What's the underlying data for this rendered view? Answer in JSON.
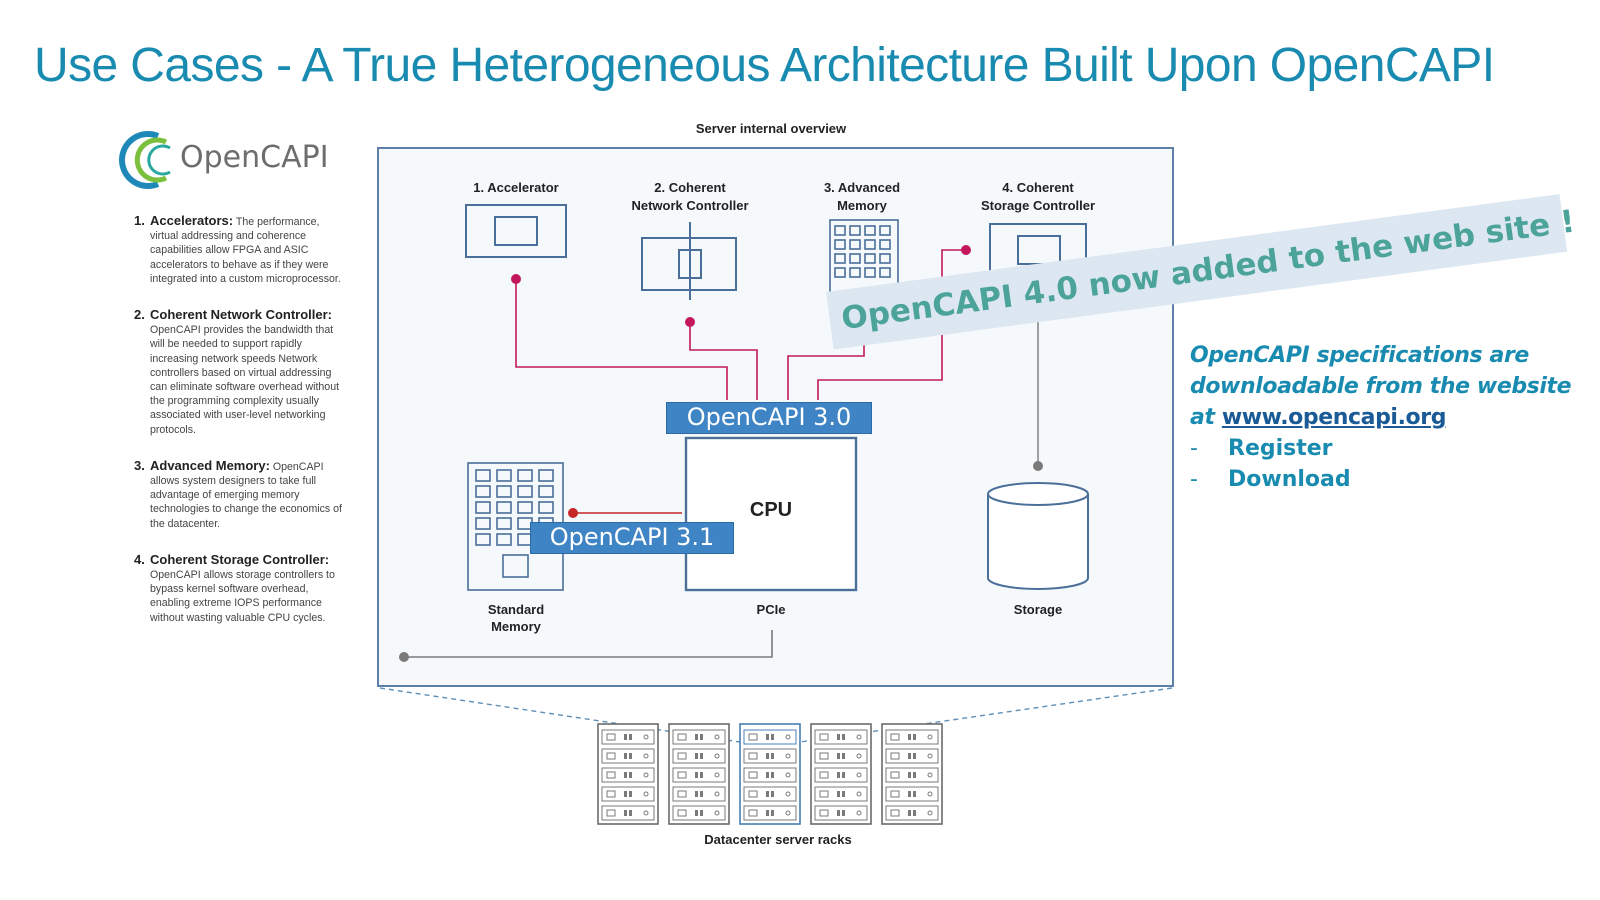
{
  "slide": {
    "title": "Use Cases - A True Heterogeneous Architecture Built Upon OpenCAPI"
  },
  "logo": {
    "text": "OpenCAPI"
  },
  "features": [
    {
      "num": "1.",
      "heading": "Accelerators:",
      "body": "The performance, virtual addressing and coherence capabilities allow FPGA and ASIC accelerators to behave as if they were integrated into a custom microprocessor."
    },
    {
      "num": "2.",
      "heading": "Coherent Network Controller:",
      "body": "OpenCAPI provides the bandwidth that will be needed to support rapidly increasing network speeds Network controllers based on virtual addressing can eliminate software overhead without the programming complexity usually associated with user-level networking protocols."
    },
    {
      "num": "3.",
      "heading": "Advanced Memory:",
      "body": "OpenCAPI allows system designers to take full advantage of emerging memory technologies to change the economics of the datacenter."
    },
    {
      "num": "4.",
      "heading": "Coherent Storage Controller:",
      "body": "OpenCAPI allows storage controllers to bypass kernel software overhead, enabling extreme IOPS performance without wasting valuable CPU cycles."
    }
  ],
  "diagram": {
    "overview_title": "Server internal overview",
    "labels": {
      "accelerator": "1. Accelerator",
      "network_1": "2. Coherent",
      "network_2": "Network Controller",
      "memory_1": "3. Advanced",
      "memory_2": "Memory",
      "storage_ctrl_1": "4. Coherent",
      "storage_ctrl_2": "Storage Controller",
      "cpu": "CPU",
      "pcie": "PCIe",
      "std_memory_1": "Standard",
      "std_memory_2": "Memory",
      "storage": "Storage",
      "racks": "Datacenter server racks"
    },
    "tag_30": "OpenCAPI 3.0",
    "tag_31": "OpenCAPI 3.1",
    "line_color": "#c2185b",
    "frame_color": "#5d7fa8"
  },
  "banner": {
    "text": "OpenCAPI 4.0 now added to the web site !"
  },
  "spec": {
    "line1": "OpenCAPI specifications are",
    "line2": "downloadable from the website",
    "at": "at ",
    "link": "www.opencapi.org",
    "items": [
      "Register",
      "Download"
    ],
    "dash": "-"
  }
}
